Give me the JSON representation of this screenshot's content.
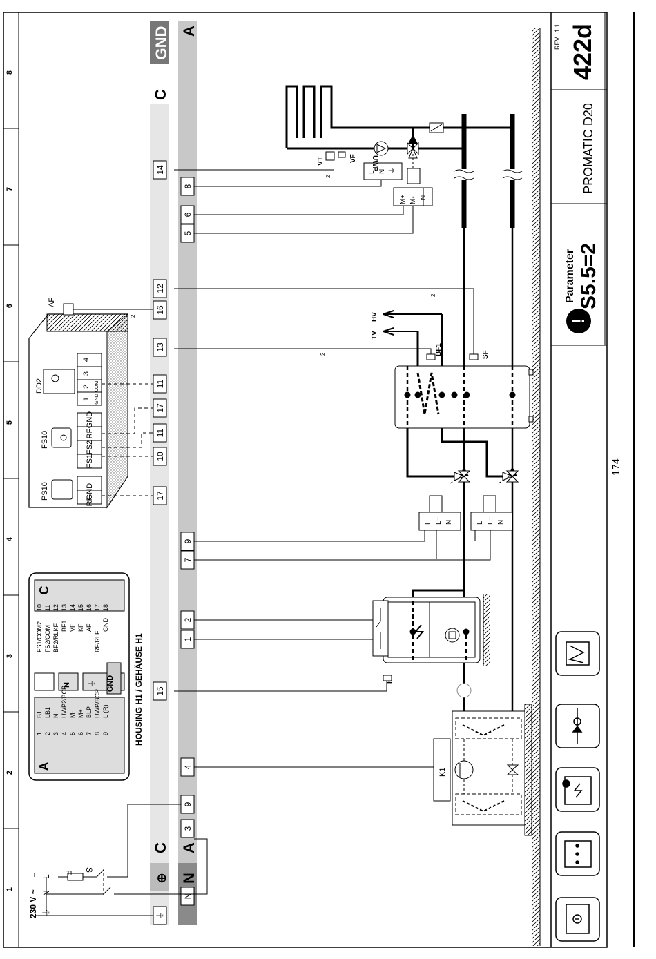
{
  "page_number": "174",
  "title_block": {
    "rev": "REV.: 1.1",
    "code": "422d",
    "model": "PROMATIC D20",
    "param_label": "Parameter",
    "param_value": "S5.5=2",
    "warning_symbol": "!"
  },
  "grid_numbers": [
    "1",
    "2",
    "3",
    "4",
    "5",
    "6",
    "7",
    "8"
  ],
  "power": {
    "voltage": "230 V ~",
    "L": "L",
    "N": "N",
    "PE": "⏚",
    "fuse": "F",
    "switch": "S"
  },
  "bus_labels": {
    "C": "C",
    "GND": "GND",
    "A": "A",
    "N": "N",
    "PE": "⊕"
  },
  "housing_title": "HOUSING H1 / GEHÄUSE H1",
  "legend_A": {
    "header": "A",
    "rows": [
      [
        "1",
        "B1"
      ],
      [
        "2",
        "LB1"
      ],
      [
        "3",
        "N"
      ],
      [
        "4",
        "UWP2/BCP"
      ],
      [
        "5",
        "M-"
      ],
      [
        "6",
        "M+"
      ],
      [
        "7",
        "BLP"
      ],
      [
        "8",
        "UWP/BCP"
      ],
      [
        "9",
        "L (R)"
      ]
    ]
  },
  "legend_C": {
    "header": "C",
    "rows": [
      [
        "10",
        "FS1/COM2"
      ],
      [
        "11",
        "FS2/COM"
      ],
      [
        "12",
        "BF2/RLKF"
      ],
      [
        "13",
        "BF1"
      ],
      [
        "14",
        "VF"
      ],
      [
        "15",
        "KF"
      ],
      [
        "16",
        "AF"
      ],
      [
        "17",
        "RF/RLF"
      ],
      [
        "18",
        "GND"
      ]
    ]
  },
  "legend_mid": {
    "gnd": "GND",
    "n": "N",
    "pe": "⏚"
  },
  "c_terminals": [
    "17",
    "10",
    "11",
    "17",
    "11",
    "13",
    "16",
    "12",
    "14",
    "15"
  ],
  "a_terminals": [
    "3",
    "9",
    "4",
    "1",
    "2",
    "7",
    "9",
    "5",
    "6",
    "8"
  ],
  "devices": {
    "ps10": {
      "name": "PS10",
      "terms": [
        "GND",
        "RF"
      ]
    },
    "fs10": {
      "name": "FS10",
      "terms": [
        "GND",
        "RF",
        "FS2",
        "FS1"
      ]
    },
    "dd2": {
      "name": "DD2",
      "terms": [
        "1",
        "2",
        "3",
        "4"
      ],
      "sub": [
        "GND",
        "COM"
      ]
    }
  },
  "sensors": {
    "AF": "AF",
    "KF": "KF",
    "SF": "SF",
    "BF1": "BF1",
    "VF": "VF",
    "VT": "VT",
    "UWP": "UWP",
    "TV": "TV",
    "HV": "HV",
    "K1": "K1"
  },
  "valve_terms": {
    "L": "L",
    "Lp": "L+",
    "N": "N"
  },
  "mixer_terms": {
    "Mp": "M+",
    "Mm": "M-",
    "N": "N"
  },
  "uwp_terms": {
    "L": "L",
    "N": "N",
    "PE": "⏚"
  },
  "colors": {
    "line": "#000000",
    "bus_light": "#e6e6e6",
    "bus_mid": "#c8c8c8",
    "bus_dark": "#777777",
    "stipple": "#d9d9d9"
  },
  "icons": [
    "wall-unit-icon",
    "control-panel-icon",
    "heat-pump-icon",
    "valve-pump-icon",
    "buffer-tank-icon"
  ]
}
